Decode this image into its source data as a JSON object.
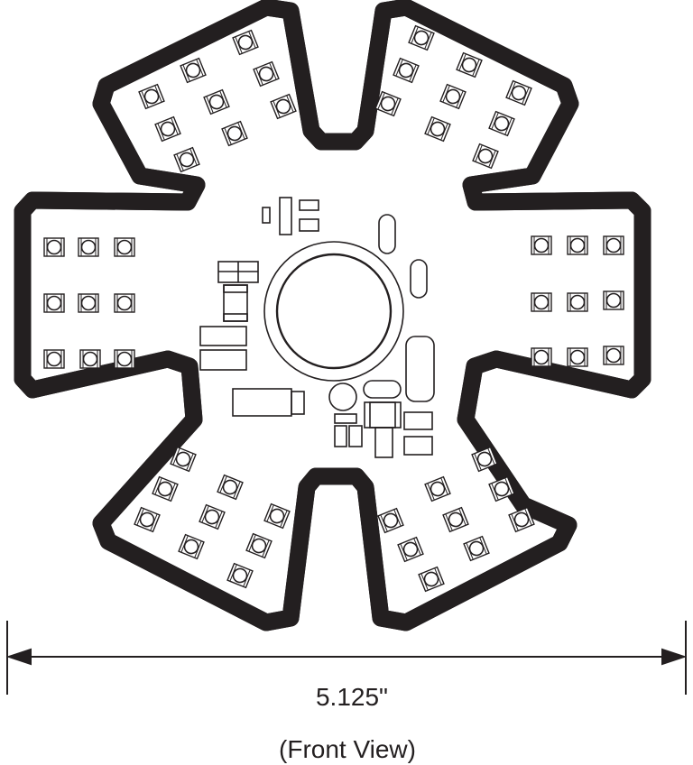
{
  "drawing": {
    "dimension_label": "5.125\"",
    "view_label": "(Front View)",
    "line_color": "#231f20",
    "led_count": 54
  }
}
